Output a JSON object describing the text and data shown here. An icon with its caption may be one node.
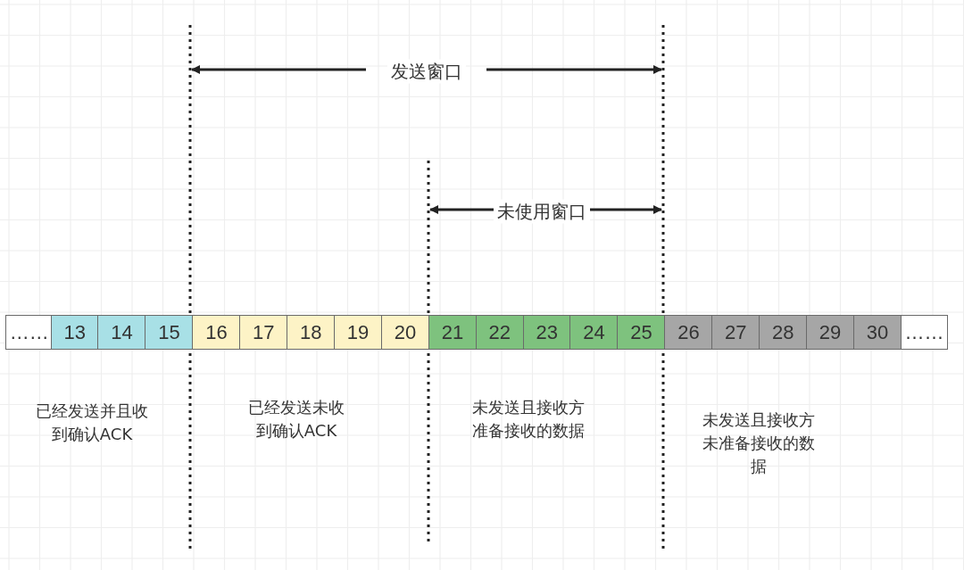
{
  "diagram": {
    "nodes": [
      {
        "text": [
          "……"
        ]
      },
      {
        "text": [
          "13"
        ]
      },
      {
        "text": [
          "14"
        ]
      },
      {
        "text": [
          "15"
        ]
      },
      {
        "text": [
          "16"
        ]
      },
      {
        "text": [
          "17"
        ]
      },
      {
        "text": [
          "18"
        ]
      },
      {
        "text": [
          "19"
        ]
      },
      {
        "text": [
          "20"
        ]
      },
      {
        "text": [
          "21"
        ]
      },
      {
        "text": [
          "22"
        ]
      },
      {
        "text": [
          "23"
        ]
      },
      {
        "text": [
          "24"
        ]
      },
      {
        "text": [
          "25"
        ]
      },
      {
        "text": [
          "26"
        ]
      },
      {
        "text": [
          "27"
        ]
      },
      {
        "text": [
          "28"
        ]
      },
      {
        "text": [
          "29"
        ]
      },
      {
        "text": [
          "30"
        ]
      },
      {
        "text": [
          "……"
        ]
      }
    ],
    "labels": [
      "发送窗口",
      "未使用窗口",
      "已经发送并且收到确认ACK",
      "已经发送未收到确认ACK",
      "未发送且接收方准备接收的数据",
      "未发送且接收方未准备接收的数据"
    ]
  }
}
